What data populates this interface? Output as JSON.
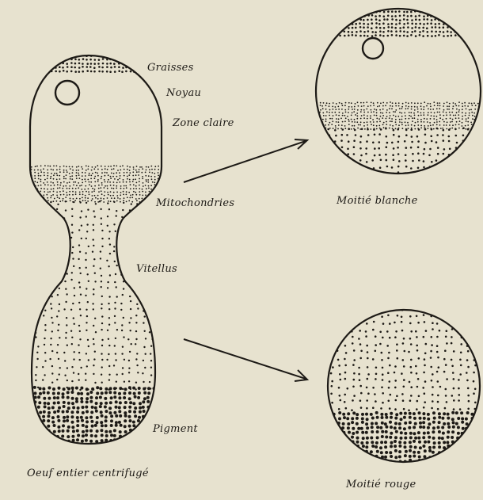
{
  "colors": {
    "paper": "#e7e2cf",
    "ink": "#1d1a16"
  },
  "labels": {
    "graisses": "Graisses",
    "noyau": "Noyau",
    "zone_claire": "Zone claire",
    "mitochondries": "Mitochondries",
    "vitellus": "Vitellus",
    "pigment": "Pigment",
    "oeuf": "Oeuf entier centrifugé",
    "moitie_blanche": "Moitié blanche",
    "moitie_rouge": "Moitié rouge"
  }
}
